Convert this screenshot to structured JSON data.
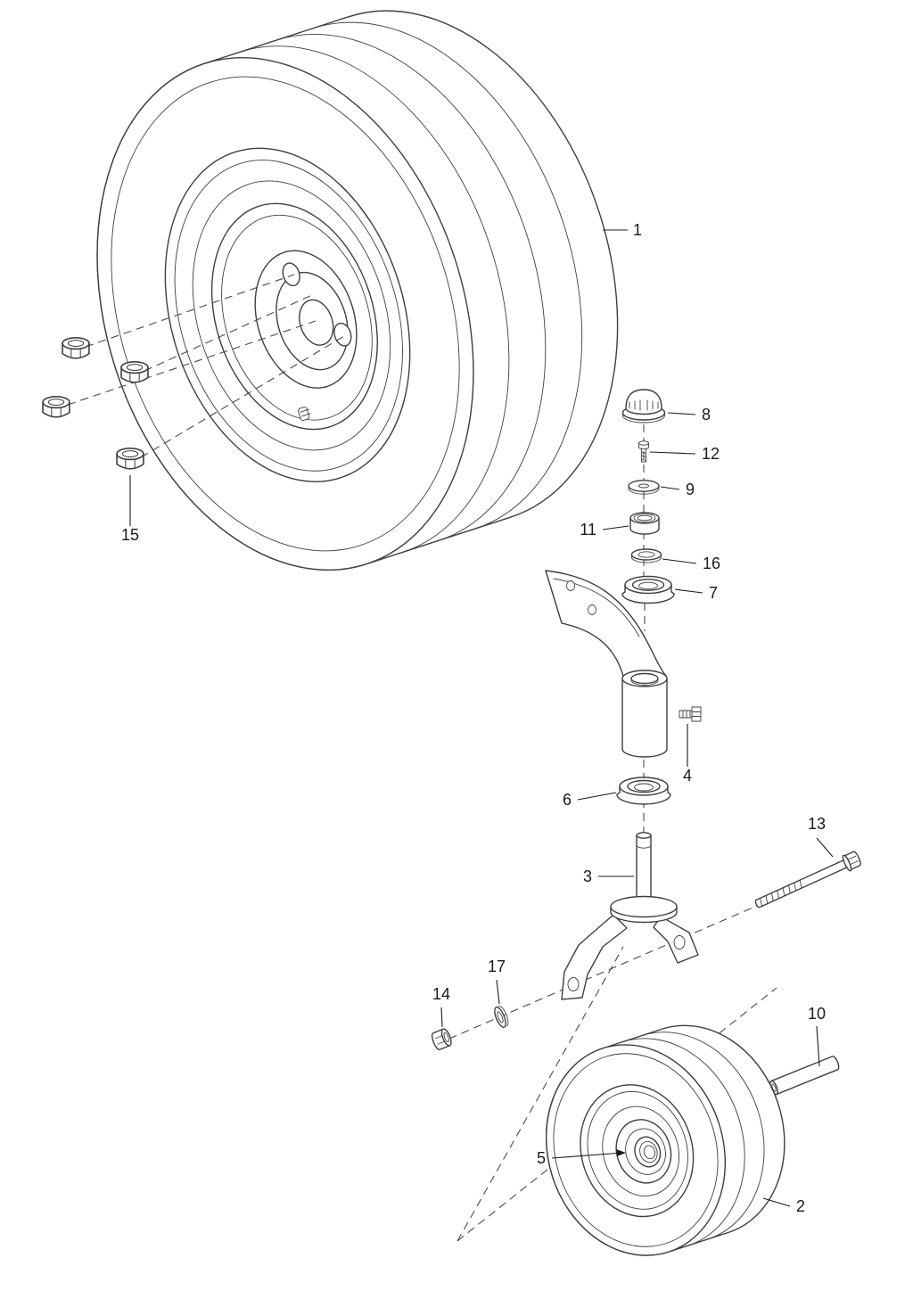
{
  "diagram": {
    "kind": "exploded-parts-diagram",
    "colors": {
      "line": "#3f3f3f",
      "label": "#1a1a1a",
      "dash": "#4a4a4a",
      "background": "#ffffff"
    },
    "callouts": {
      "c1": {
        "label": "1"
      },
      "c2": {
        "label": "2"
      },
      "c3": {
        "label": "3"
      },
      "c4": {
        "label": "4"
      },
      "c5": {
        "label": "5"
      },
      "c6": {
        "label": "6"
      },
      "c7": {
        "label": "7"
      },
      "c8": {
        "label": "8"
      },
      "c9": {
        "label": "9"
      },
      "c10": {
        "label": "10"
      },
      "c11": {
        "label": "11"
      },
      "c12": {
        "label": "12"
      },
      "c13": {
        "label": "13"
      },
      "c14": {
        "label": "14"
      },
      "c15": {
        "label": "15"
      },
      "c16": {
        "label": "16"
      },
      "c17": {
        "label": "17"
      }
    }
  }
}
